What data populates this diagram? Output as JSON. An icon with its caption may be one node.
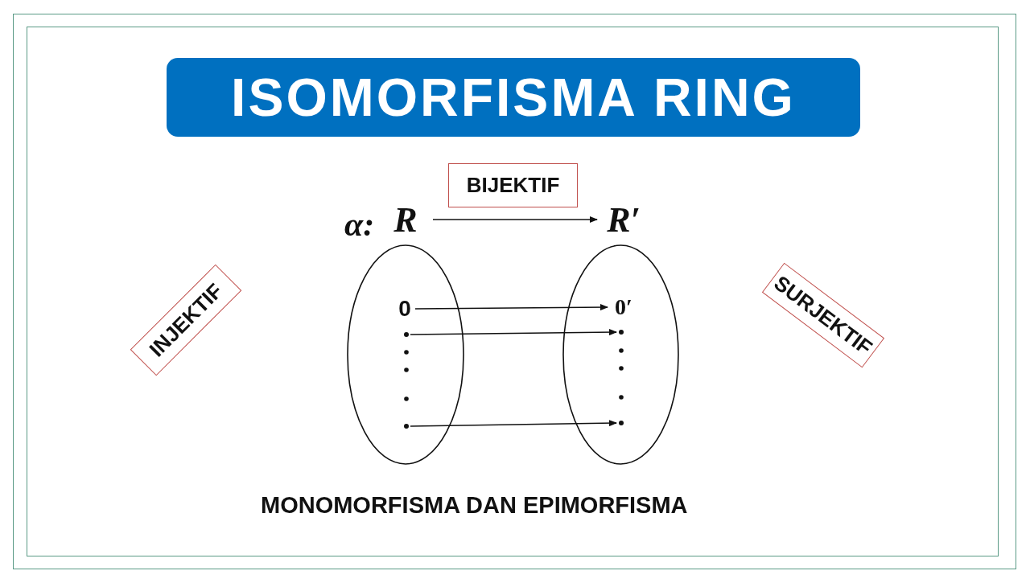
{
  "diagram": {
    "title": "ISOMORFISMA RING",
    "nodes": [
      {
        "text": [
          "BIJEKTIF"
        ]
      },
      {
        "text": [
          "R"
        ]
      },
      {
        "text": [
          "R′"
        ]
      },
      {
        "text": [],
        "shape": "ellipse"
      },
      {
        "text": [],
        "shape": "ellipse"
      },
      {
        "text": [
          "0"
        ],
        "in": 3
      },
      {
        "text": [],
        "shape": "dot",
        "in": 3
      },
      {
        "text": [],
        "shape": "dot",
        "in": 3
      },
      {
        "text": [
          "0′"
        ],
        "in": 4
      },
      {
        "text": [],
        "shape": "dot",
        "in": 4
      },
      {
        "text": [],
        "shape": "dot",
        "in": 4
      },
      {
        "text": [
          "INJEKTIF"
        ]
      },
      {
        "text": [
          "SURJEKTIF"
        ]
      }
    ],
    "edges": [
      {
        "from": 1,
        "to": 2,
        "arrow": "to"
      },
      {
        "from": 5,
        "to": 8,
        "arrow": "to"
      },
      {
        "from": 6,
        "to": 9,
        "arrow": "to"
      },
      {
        "from": 7,
        "to": 10,
        "arrow": "to"
      }
    ],
    "labels": [
      "α:",
      "MONOMORFISMA DAN EPIMORFISMA"
    ]
  }
}
